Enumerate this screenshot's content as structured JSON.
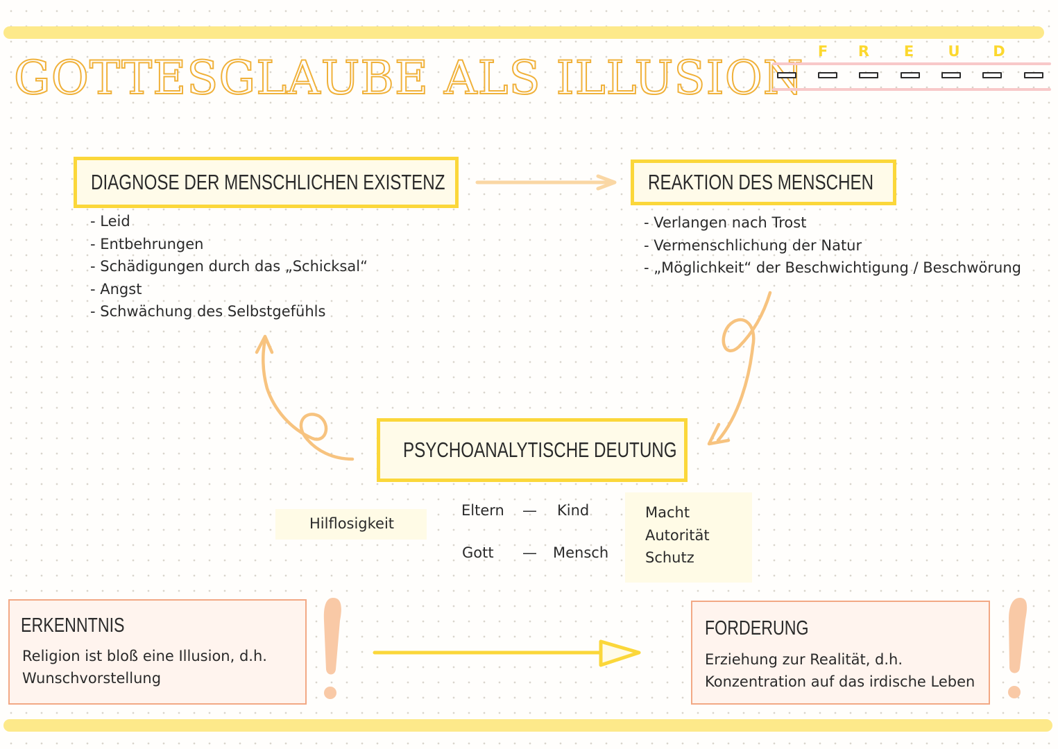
{
  "title": "GOTTESGLAUBE ALS ILLUSION",
  "freud_letters": [
    "F",
    "R",
    "E",
    "U",
    "D"
  ],
  "diagnose": {
    "heading": "DIAGNOSE DER MENSCHLICHEN EXISTENZ",
    "items": [
      "- Leid",
      "- Entbehrungen",
      "- Schädigungen durch das „Schicksal“",
      "- Angst",
      "- Schwächung des Selbstgefühls"
    ]
  },
  "reaktion": {
    "heading": "REAKTION DES MENSCHEN",
    "items": [
      "- Verlangen nach Trost",
      "- Vermenschlichung der Natur",
      "- „Möglichkeit“ der Beschwichtigung / Beschwörung"
    ]
  },
  "deutung": {
    "heading": "PSYCHOANALYTISCHE DEUTUNG",
    "hilflosigkeit": "Hilflosigkeit",
    "row1": {
      "left": "Eltern",
      "dash": "—",
      "right": "Kind"
    },
    "row2": {
      "left": "Gott",
      "dash": "—",
      "right": "Mensch"
    },
    "attributes": [
      "Macht",
      "Autorität",
      "Schutz"
    ]
  },
  "erkenntnis": {
    "heading": "ERKENNTNIS",
    "lines": [
      "Religion ist bloß eine Illusion, d.h.",
      "Wunschvorstellung"
    ]
  },
  "forderung": {
    "heading": "FORDERUNG",
    "lines": [
      "Erziehung zur Realität, d.h.",
      "Konzentration auf das irdische Leben"
    ]
  },
  "colors": {
    "band_yellow": "#fde98a",
    "box_yellow": "#fbd73a",
    "title_orange": "#f0b13a",
    "arrow_peach": "#fad7a4",
    "swirl_orange": "#f7c37f",
    "box_orange_border": "#f2a884",
    "exclamation": "#f9c9a6",
    "freud_yellow": "#fcd82f",
    "stripe_pink": "#f8c9c9"
  }
}
